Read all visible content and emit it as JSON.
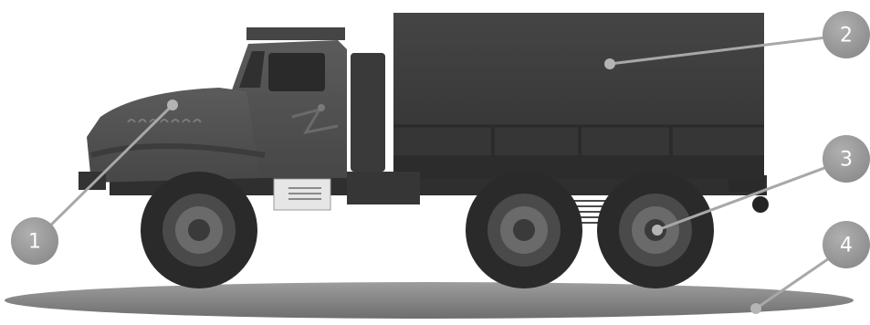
{
  "callouts": [
    {
      "id": "1",
      "label": "1",
      "target": "engine-hood"
    },
    {
      "id": "2",
      "label": "2",
      "target": "cargo-canopy"
    },
    {
      "id": "3",
      "label": "3",
      "target": "rear-wheel"
    },
    {
      "id": "4",
      "label": "4",
      "target": "ground-shadow"
    }
  ],
  "colors": {
    "background": "#ffffff",
    "callout_fill": "#9a9a9a",
    "callout_text": "#ffffff",
    "leader_line": "#a8a8a8",
    "truck_body": "#4f4f4f",
    "truck_dark": "#2e2e2e",
    "canopy": "#404040",
    "tire": "#2a2a2a",
    "hub": "#6a6a6a",
    "shadow": "#8c8c8c",
    "step_panel": "#e6e6e6"
  }
}
